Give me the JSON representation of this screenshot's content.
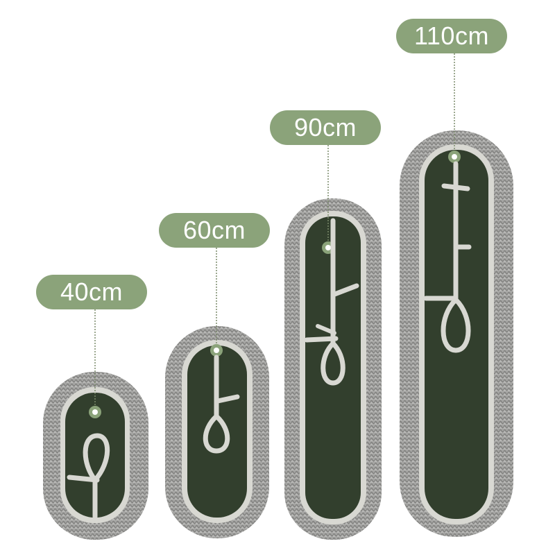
{
  "colors": {
    "label_green": "#8ba37a",
    "pad_green": "#323f2d",
    "binding_gray": "#d8d8d2",
    "fringe_gray": "#9a9a98"
  },
  "mops": [
    {
      "size_label": "40cm"
    },
    {
      "size_label": "60cm"
    },
    {
      "size_label": "90cm"
    },
    {
      "size_label": "110cm"
    }
  ]
}
